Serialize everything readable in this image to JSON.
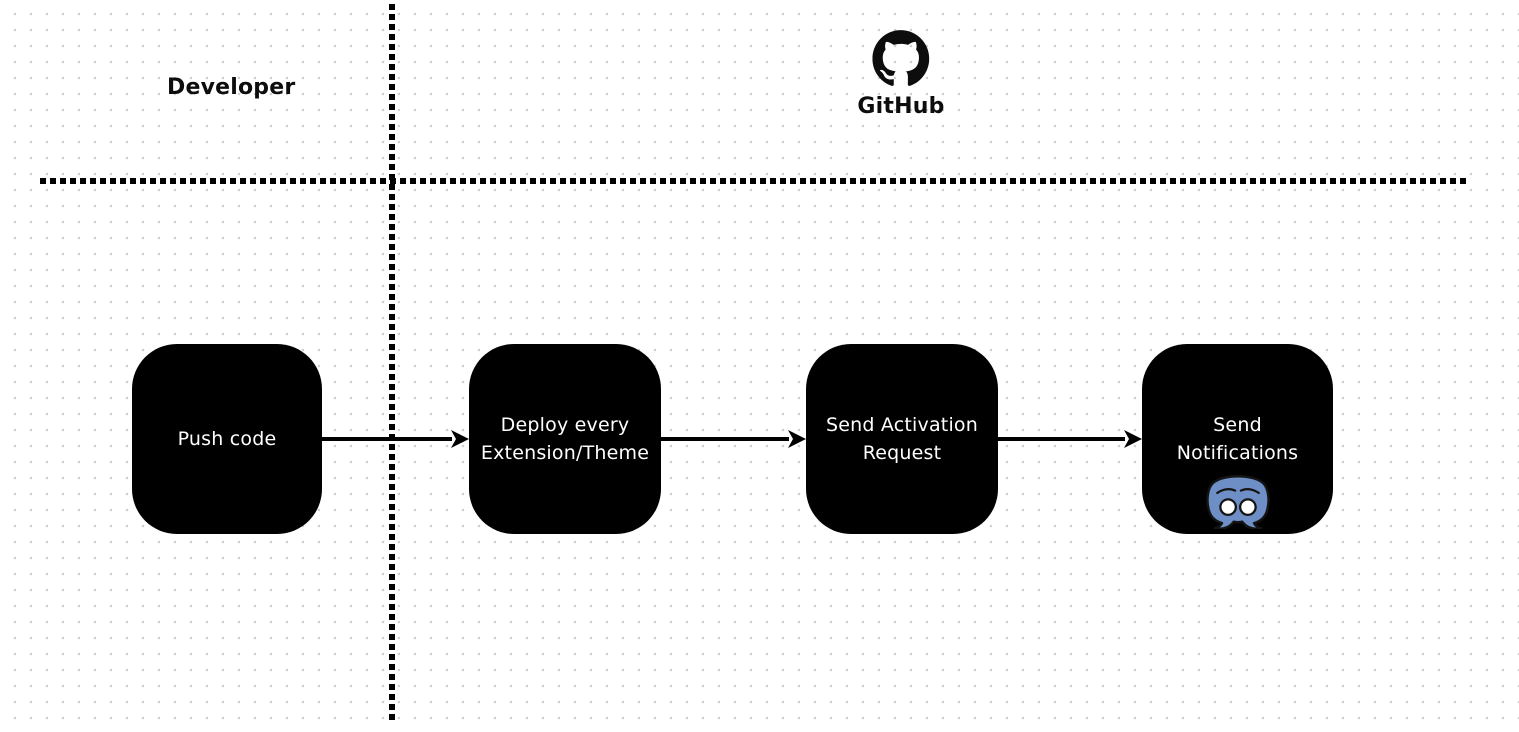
{
  "diagram": {
    "title": "Deployment flow swimlane diagram",
    "lanes": {
      "developer_label": "Developer",
      "github_label": "GitHub"
    },
    "nodes": [
      {
        "id": "push-code",
        "label": "Push code"
      },
      {
        "id": "deploy-extension-theme",
        "label": "Deploy every\nExtension/Theme"
      },
      {
        "id": "send-activation-request",
        "label": "Send Activation\nRequest"
      },
      {
        "id": "send-notifications",
        "label": "Send\nNotifications",
        "icon": "discord-icon"
      }
    ],
    "connectors": [
      {
        "from": "push-code",
        "to": "deploy-extension-theme"
      },
      {
        "from": "deploy-extension-theme",
        "to": "send-activation-request"
      },
      {
        "from": "send-activation-request",
        "to": "send-notifications"
      }
    ],
    "icons": {
      "github": "github-octocat-mark",
      "discord": "discord-mascot-face"
    },
    "colors": {
      "background": "#ffffff",
      "grid_dot": "#c8d1dc",
      "node_fill": "#000000",
      "node_text": "#ffffff",
      "divider": "#000000",
      "arrow": "#000000",
      "discord_blue": "#6e8ec6"
    }
  }
}
